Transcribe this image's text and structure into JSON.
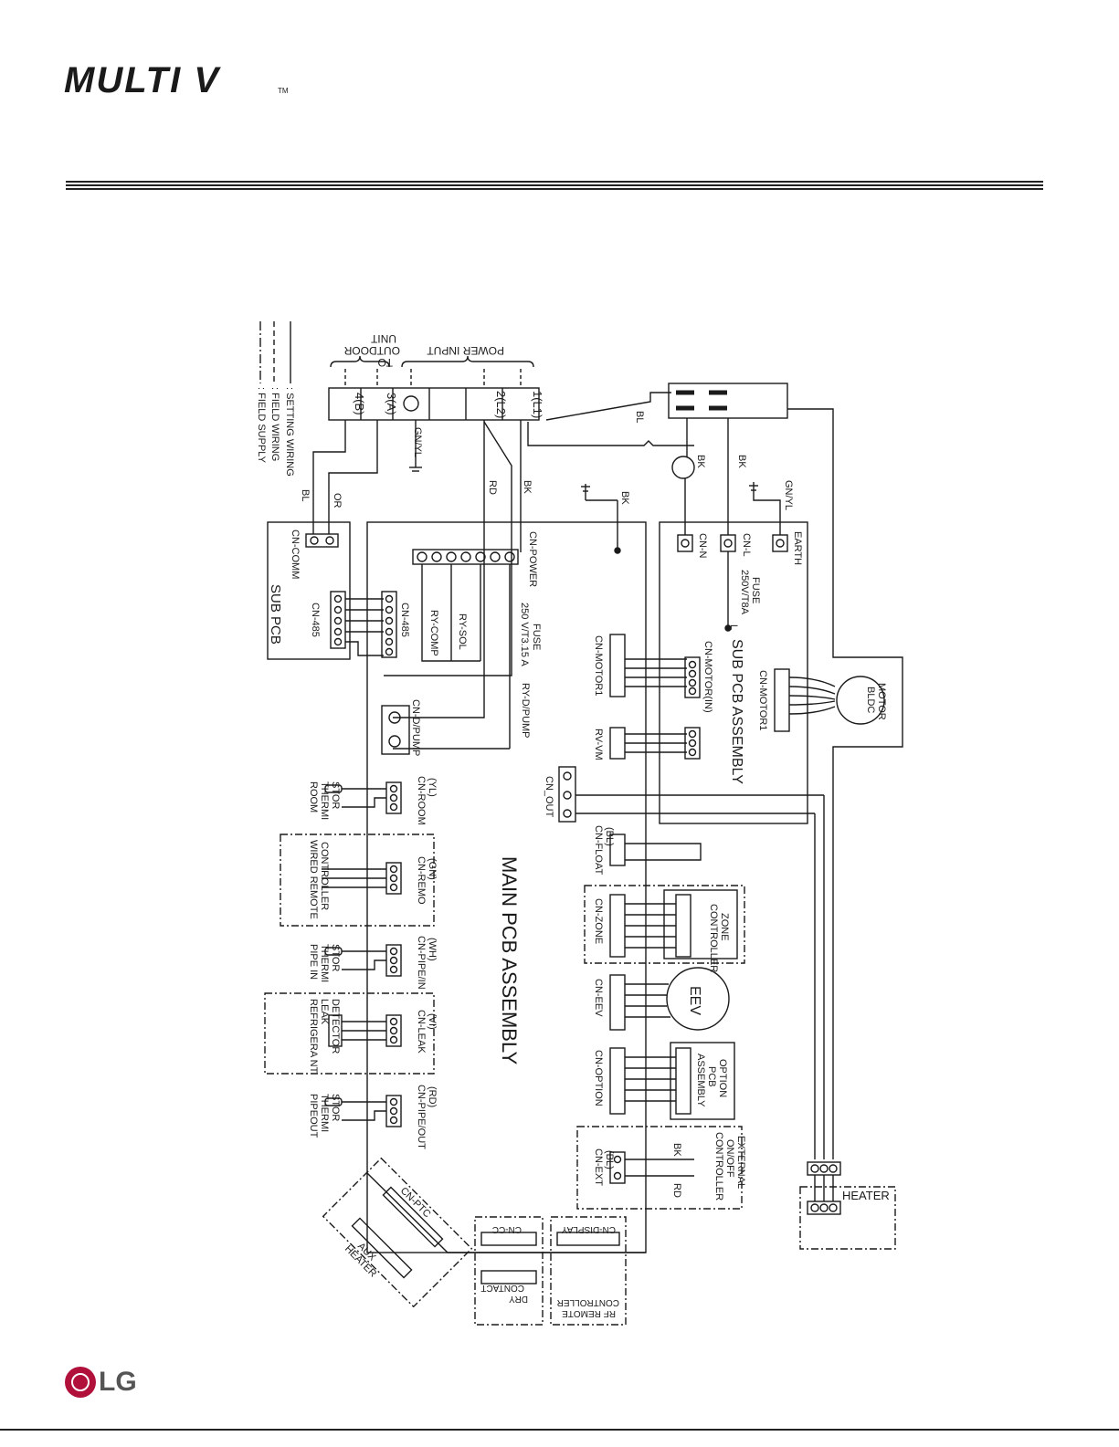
{
  "brand": {
    "product_logo": "MULTI V",
    "tm": "TM",
    "company": "LG"
  },
  "legend": {
    "setting": ": SETTING WIRING",
    "field": ": FIELD WIRING",
    "supply": ": FIELD SUPPLY"
  },
  "terminal": {
    "outdoor": "TO\nOUTDOOR\nUNIT",
    "power": "POWER INPUT",
    "t4": "4(B)",
    "t3": "3(A)",
    "t2": "2(L2)",
    "t1": "1(L1)"
  },
  "wires": {
    "bl": "BL",
    "or": "OR",
    "gnyl": "GN/YL",
    "rd": "RD",
    "bk": "BK"
  },
  "sub_pcb": {
    "title": "SUB PCB",
    "cn_comm": "CN-COMM",
    "cn_485_a": "CN-485",
    "cn_485_b": "CN-485"
  },
  "main": {
    "title": "MAIN PCB ASSEMBLY",
    "cn_power": "CN-POWER",
    "fuse": "FUSE",
    "fuse_rating": "250 V/T3.15 A",
    "ry_sol": "RY-SOL",
    "ry_comp": "RY-COMP",
    "ry_dpump": "RY-D/PUMP",
    "cn_dpump": "CN-D/PUMP",
    "cn_room": "CN-ROOM\n(YL)",
    "room_th": "ROOM\nTHERMI\nSTOR",
    "cn_remo": "CN-REMO\n(GN)",
    "wired_remote": "WIRED REMOTE\nCONTROLLER",
    "cn_pipein": "CN-PIPE/IN\n(WH)",
    "pipein_th": "PIPE IN\nTHERMI\nSTOR",
    "cn_leak": "CN-LEAK\n(VI)",
    "leak": "REFRIGERA NT\nLEAK\nDETECTOR",
    "cn_pipeout": "CN-PIPE/OUT\n(RD)",
    "pipeout_th": "PIPEOUT\nTHERMI\nSTOR",
    "cn_motor1": "CN-MOTOR1",
    "rv_vm": "RV-VM",
    "cn_out": "CN_OUT",
    "cn_float": "CN-FLOAT\n(BL)",
    "cn_zone": "CN-ZONE",
    "zone_ctrl": "ZONE\nCONTROLLER",
    "cn_eev": "CN-EEV",
    "eev": "EEV",
    "cn_option": "CN-OPTION",
    "option_pcb": "OPTION\nPCB\nASSEMBLY",
    "cn_ext": "CN-EXT\n(BL)",
    "ext_ctrl": "EXTERNAL\nON/OFF\nCONTROLLER",
    "cn_ptc": "CN-PTC",
    "aux_heater": "AUX\nHEATER",
    "cn_cc": "CN-CC",
    "dry_contact": "DRY\nCONTACT",
    "cn_display": "CN-DISPLAY",
    "rf_remote": "RF REMOTE\nCONTROLLER"
  },
  "sub_assy": {
    "title": "SUB PCB ASSEMBLY",
    "earth": "EARTH",
    "cn_l": "CN-L",
    "cn_n": "CN-N",
    "fuse": "FUSE",
    "fuse_rating": "250V/T8A",
    "l": "L",
    "cn_motor_in": "CN-MOTOR(IN)",
    "cn_motor1": "CN-MOTOR1",
    "bldc": "BLDC\nMOTOR"
  },
  "heater": {
    "label": "HEATER"
  }
}
